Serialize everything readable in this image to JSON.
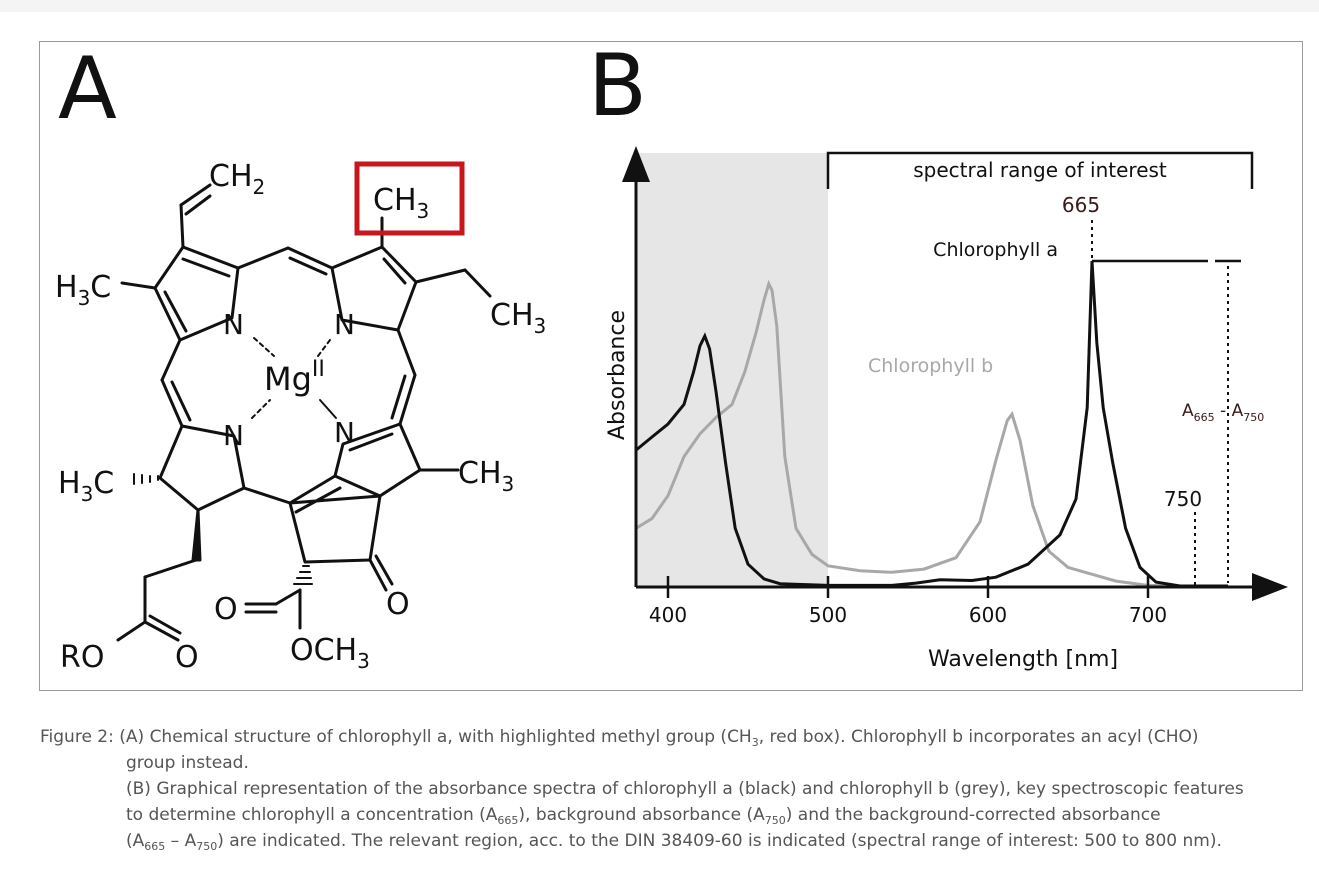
{
  "panels": {
    "a_label": "A",
    "b_label": "B"
  },
  "structure": {
    "vinyl_ch": "CH",
    "vinyl_sub": "2",
    "methyl_top_c": "CH",
    "methyl_top_sub": "3",
    "methyl_left_c": "H",
    "methyl_left_sub": "3",
    "methyl_left_end": "C",
    "ethyl_ch": "CH",
    "ethyl_sub": "3",
    "n_label": "N",
    "metal": "Mg",
    "metal_oxidation": "II",
    "ring_methyl_ch": "CH",
    "ring_methyl_sub": "3",
    "lower_left_h": "H",
    "lower_left_sub": "3",
    "lower_left_c": "C",
    "keto_o": "O",
    "ester_o": "O",
    "ester_och": "OCH",
    "ester_sub": "3",
    "ro_label": "RO",
    "ro_o": "O",
    "highlight_color": "#c8161d"
  },
  "chart_data": {
    "type": "line",
    "xlabel": "Wavelength [nm]",
    "ylabel": "Absorbance",
    "xlim": [
      380,
      770
    ],
    "x_ticks": [
      400,
      500,
      600,
      700
    ],
    "x_tick_labels": [
      "400",
      "500",
      "600",
      "700"
    ],
    "shaded_region": {
      "x_range": [
        380,
        500
      ],
      "color": "#e6e6e6"
    },
    "bracket": {
      "label": "spectral range of interest",
      "x_range": [
        500,
        765
      ]
    },
    "series": [
      {
        "name": "Chlorophyll a",
        "color": "#111111",
        "points": [
          [
            380,
            0.42
          ],
          [
            390,
            0.46
          ],
          [
            400,
            0.5
          ],
          [
            410,
            0.56
          ],
          [
            416,
            0.66
          ],
          [
            420,
            0.74
          ],
          [
            423,
            0.77
          ],
          [
            426,
            0.73
          ],
          [
            430,
            0.6
          ],
          [
            436,
            0.38
          ],
          [
            442,
            0.18
          ],
          [
            450,
            0.07
          ],
          [
            460,
            0.025
          ],
          [
            470,
            0.01
          ],
          [
            500,
            0.005
          ],
          [
            540,
            0.005
          ],
          [
            555,
            0.012
          ],
          [
            570,
            0.022
          ],
          [
            590,
            0.02
          ],
          [
            605,
            0.03
          ],
          [
            625,
            0.07
          ],
          [
            645,
            0.16
          ],
          [
            655,
            0.27
          ],
          [
            662,
            0.55
          ],
          [
            665,
            1.0
          ],
          [
            668,
            0.75
          ],
          [
            672,
            0.55
          ],
          [
            678,
            0.38
          ],
          [
            686,
            0.18
          ],
          [
            695,
            0.06
          ],
          [
            705,
            0.015
          ],
          [
            720,
            0.003
          ],
          [
            750,
            0.003
          ]
        ]
      },
      {
        "name": "Chlorophyll b",
        "color": "#a8a8a8",
        "points": [
          [
            380,
            0.18
          ],
          [
            390,
            0.21
          ],
          [
            400,
            0.28
          ],
          [
            410,
            0.4
          ],
          [
            420,
            0.47
          ],
          [
            430,
            0.52
          ],
          [
            440,
            0.56
          ],
          [
            448,
            0.66
          ],
          [
            455,
            0.78
          ],
          [
            460,
            0.88
          ],
          [
            463,
            0.93
          ],
          [
            465,
            0.91
          ],
          [
            468,
            0.8
          ],
          [
            473,
            0.4
          ],
          [
            480,
            0.18
          ],
          [
            490,
            0.1
          ],
          [
            500,
            0.065
          ],
          [
            520,
            0.05
          ],
          [
            540,
            0.045
          ],
          [
            560,
            0.055
          ],
          [
            580,
            0.09
          ],
          [
            595,
            0.2
          ],
          [
            605,
            0.39
          ],
          [
            612,
            0.51
          ],
          [
            615,
            0.53
          ],
          [
            620,
            0.45
          ],
          [
            628,
            0.25
          ],
          [
            638,
            0.11
          ],
          [
            650,
            0.06
          ],
          [
            680,
            0.018
          ],
          [
            700,
            0.005
          ],
          [
            730,
            0.002
          ]
        ]
      }
    ],
    "annotations": {
      "chlorophyll_a_label": "Chlorophyll a",
      "chlorophyll_b_label": "Chlorophyll b",
      "peak_665": "665",
      "marker_750": "750",
      "difference_main": "A",
      "difference_sub1": "665",
      "difference_sep": " - A",
      "difference_sub2": "750"
    }
  },
  "caption": {
    "prefix": "Figure 2: ",
    "line_a_1": "(A) Chemical structure of chlorophyll a, with highlighted methyl group (CH",
    "line_a_1_sub": "3",
    "line_a_1_tail": ", red box). Chlorophyll b incorporates an acyl (CHO)",
    "line_a_2": "group instead.",
    "line_b_1": "(B) Graphical representation of the absorbance spectra of chlorophyll a (black) and chlorophyll b (grey), key spectroscopic features",
    "line_b_2_a": "to determine chlorophyll a concentration (A",
    "line_b_2_sub1": "665",
    "line_b_2_b": "), background absorbance (A",
    "line_b_2_sub2": "750",
    "line_b_2_c": ") and the background-corrected absorbance",
    "line_b_3_a": "(A",
    "line_b_3_sub1": "665",
    "line_b_3_b": " – A",
    "line_b_3_sub2": "750",
    "line_b_3_c": ") are indicated. The relevant region, acc. to the DIN 38409-60 is indicated (spectral range of interest: 500 to 800 nm)."
  }
}
